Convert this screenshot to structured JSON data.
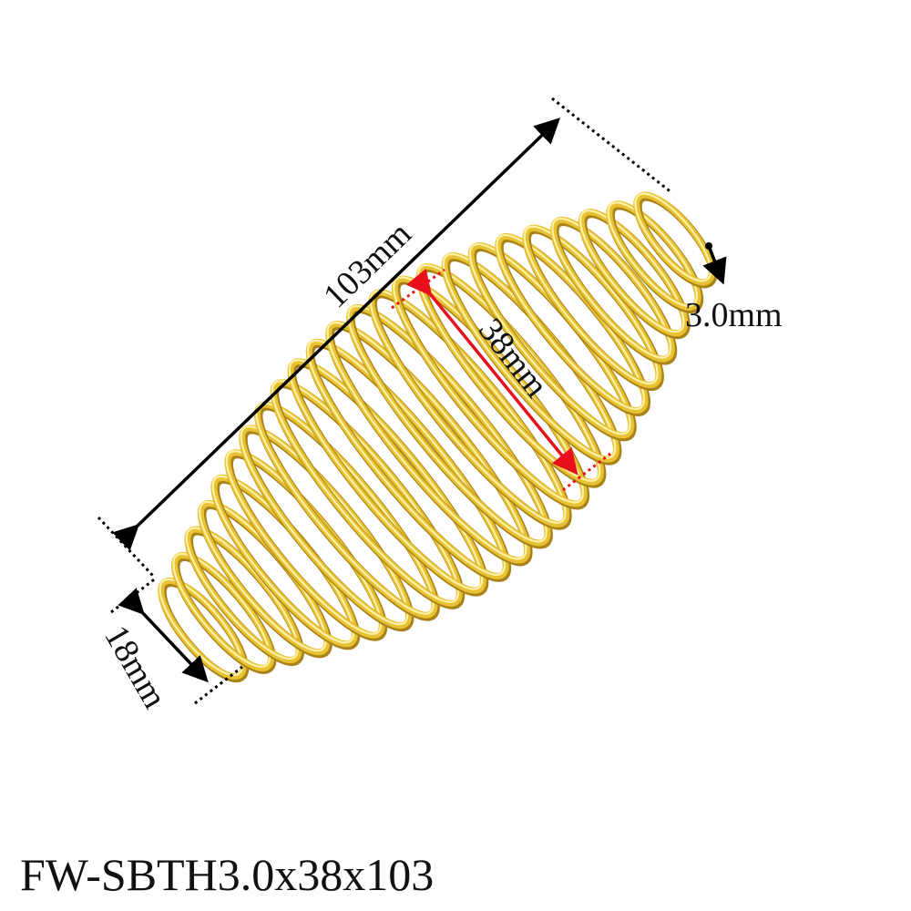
{
  "product": {
    "code": "FW-SBTH3.0x38x103",
    "color_gold": "#e8c233",
    "color_gold_highlight": "#fff2a8",
    "color_gold_shadow": "#a98318"
  },
  "dimensions": {
    "length": {
      "label": "103mm",
      "value": 103,
      "unit": "mm"
    },
    "diameter": {
      "label": "38mm",
      "value": 38,
      "unit": "mm",
      "color": "#e8101a"
    },
    "end_diameter": {
      "label": "18mm",
      "value": 18,
      "unit": "mm"
    },
    "wire": {
      "label": "3.0mm",
      "value": 3.0,
      "unit": "mm"
    }
  }
}
